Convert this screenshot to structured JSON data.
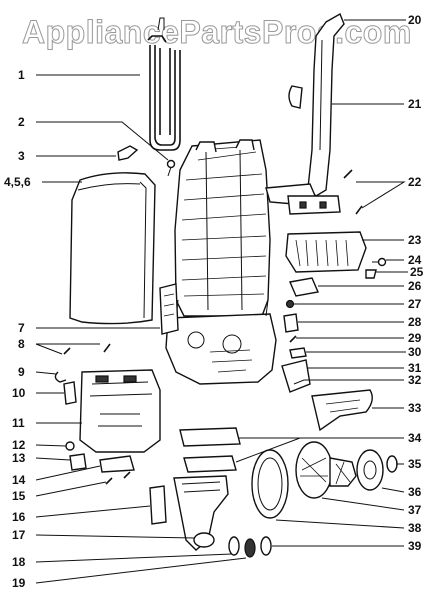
{
  "watermark": "AppliancePartsPros.com",
  "callouts_left": [
    "1",
    "2",
    "3",
    "4,5,6",
    "7",
    "8",
    "9",
    "10",
    "11",
    "12",
    "13",
    "14",
    "15",
    "16",
    "17",
    "18",
    "19"
  ],
  "callouts_right": [
    "20",
    "21",
    "22",
    "23",
    "24",
    "25",
    "26",
    "27",
    "28",
    "29",
    "30",
    "31",
    "32",
    "33",
    "34",
    "35",
    "36",
    "37",
    "38",
    "39"
  ]
}
